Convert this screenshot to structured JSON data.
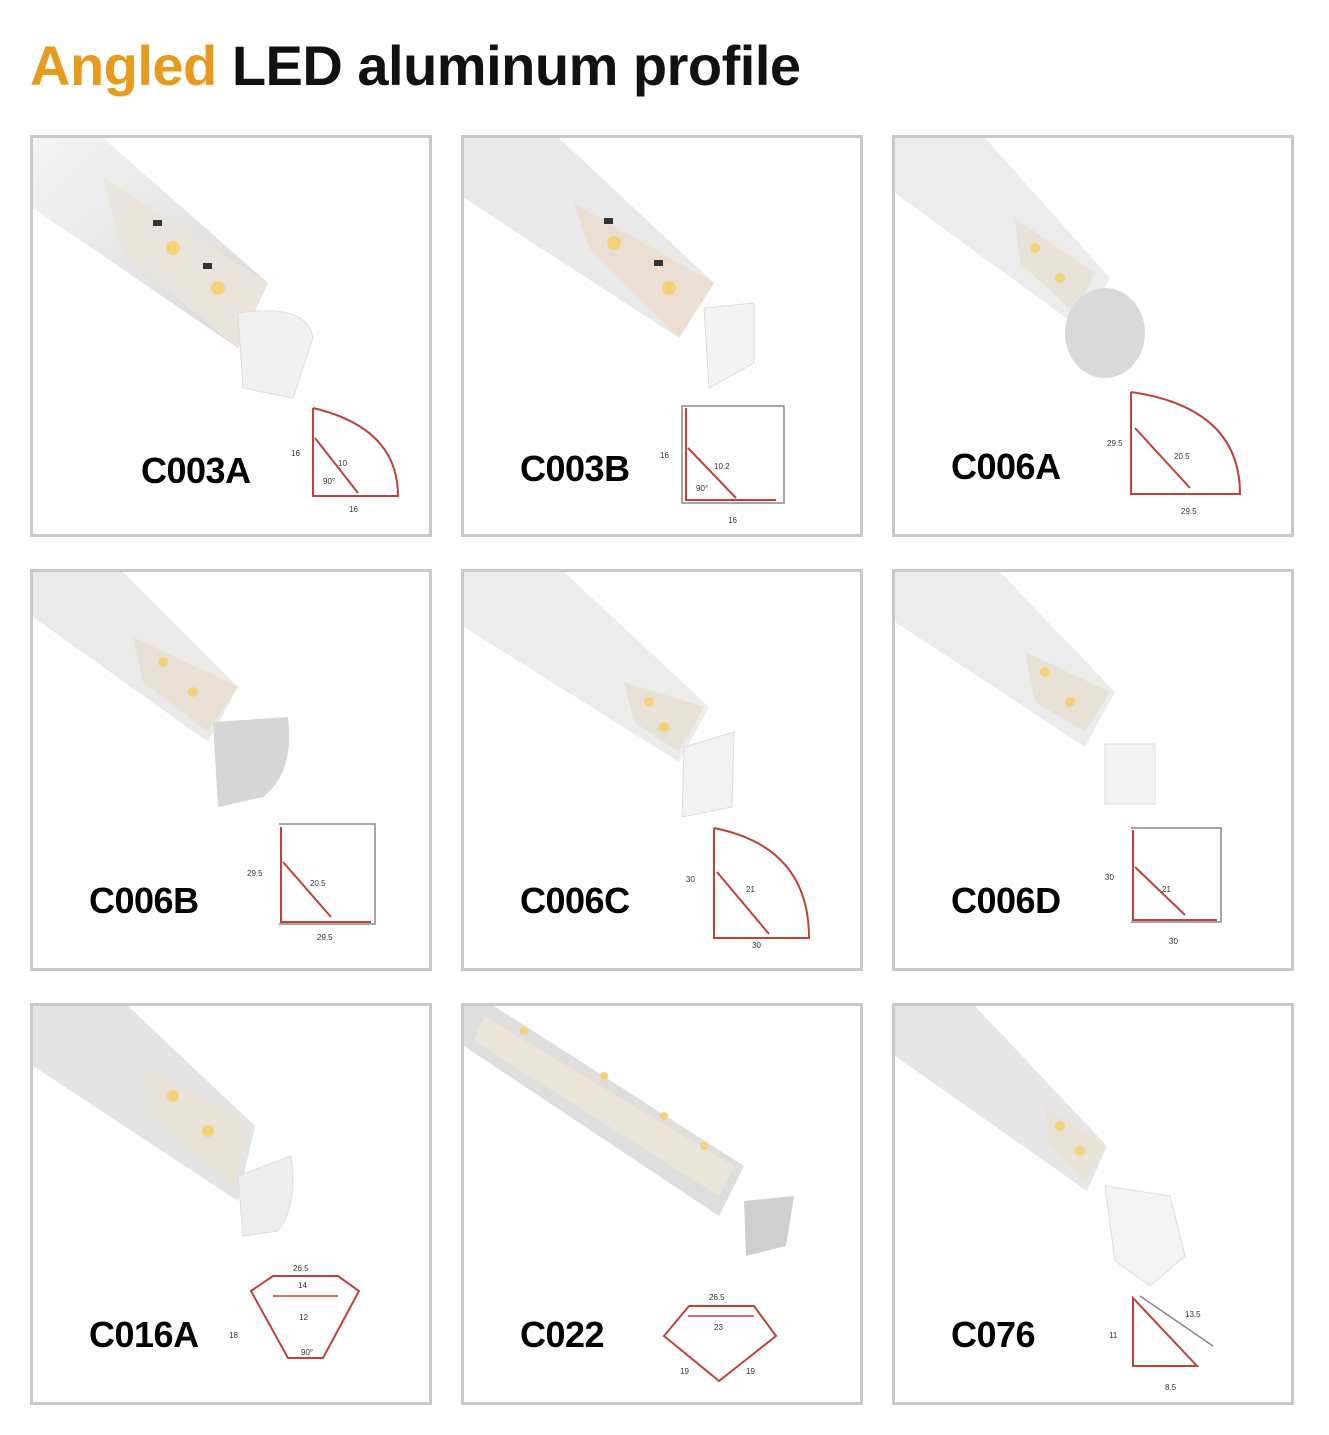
{
  "title": {
    "accent": "Angled",
    "rest": "LED aluminum profile"
  },
  "colors": {
    "accent": "#e89a1c",
    "border": "#c9c9c9",
    "profile": "#c2413a"
  },
  "products": [
    {
      "code": "C003A",
      "dims": [
        "16",
        "10",
        "90°",
        "16"
      ]
    },
    {
      "code": "C003B",
      "dims": [
        "16",
        "10.2",
        "90°",
        "16"
      ]
    },
    {
      "code": "C006A",
      "dims": [
        "29.5",
        "20.5",
        "29.5"
      ]
    },
    {
      "code": "C006B",
      "dims": [
        "29.5",
        "20.5",
        "29.5"
      ]
    },
    {
      "code": "C006C",
      "dims": [
        "30",
        "21",
        "30"
      ]
    },
    {
      "code": "C006D",
      "dims": [
        "30",
        "21",
        "30"
      ]
    },
    {
      "code": "C016A",
      "dims": [
        "26.5",
        "14",
        "12",
        "18",
        "90°"
      ]
    },
    {
      "code": "C022",
      "dims": [
        "26.5",
        "23",
        "19",
        "19"
      ]
    },
    {
      "code": "C076",
      "dims": [
        "13.5",
        "11",
        "8.5"
      ]
    }
  ]
}
